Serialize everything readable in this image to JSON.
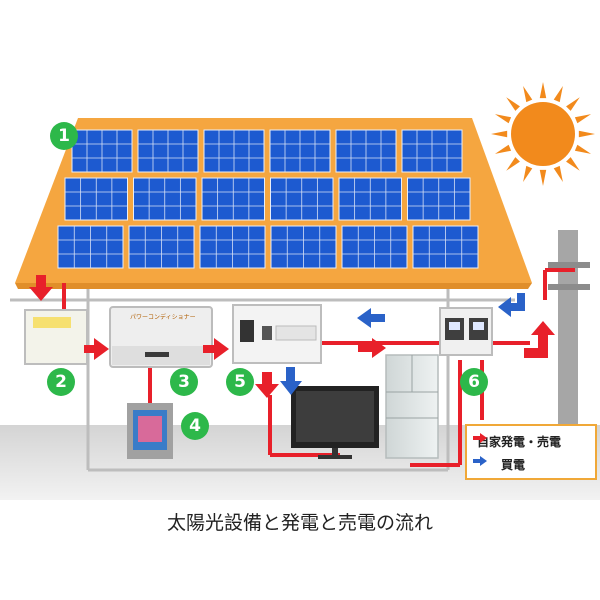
{
  "caption": "太陽光設備と発電と売電の流れ",
  "badges": [
    "1",
    "2",
    "3",
    "4",
    "5",
    "6"
  ],
  "legend": {
    "self_generation_sale": "自家発電・売電",
    "purchase": "買電"
  },
  "device_labels": {
    "power_conditioner": "パワーコンディショナー"
  },
  "colors": {
    "generation_arrow": "#e8202a",
    "purchase_arrow": "#2a62c8",
    "roof": "#f5a640",
    "panel": "#1d5ad0",
    "badge": "#2db84a",
    "sun": "#f28a1c"
  }
}
